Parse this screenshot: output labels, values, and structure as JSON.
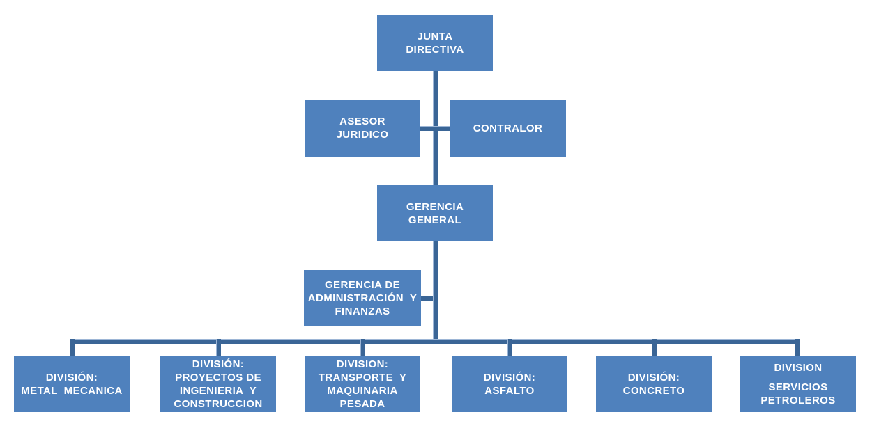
{
  "diagram": {
    "type": "organizational-chart",
    "language": "es",
    "colors": {
      "box_fill": "#4F81BD",
      "connector": "#3A6596",
      "connector_highlight": "#9DB6D6",
      "text": "#FFFFFF",
      "background": "#FFFFFF"
    },
    "nodes": {
      "junta_directiva": {
        "label": "JUNTA\nDIRECTIVA"
      },
      "asesor_juridico": {
        "label": "ASESOR\nJURIDICO"
      },
      "contralor": {
        "label": "CONTRALOR"
      },
      "gerencia_general": {
        "label": "GERENCIA\nGENERAL"
      },
      "gerencia_administracion_finanzas": {
        "label": "GERENCIA DE\nADMINISTRACIÓN  Y\nFINANZAS"
      },
      "division_metal_mecanica": {
        "label": "DIVISIÓN:\nMETAL  MECANICA"
      },
      "division_proyectos": {
        "label": "DIVISIÓN:\nPROYECTOS DE\nINGENIERIA  Y\nCONSTRUCCION"
      },
      "division_transporte": {
        "label": "DIVISION:\nTRANSPORTE  Y\nMAQUINARIA\nPESADA"
      },
      "division_asfalto": {
        "label": "DIVISIÓN:\nASFALTO"
      },
      "division_concreto": {
        "label": "DIVISIÓN:\nCONCRETO"
      },
      "division_servicios_petroleros": {
        "label_top": "DIVISION",
        "label_bottom": "SERVICIOS\nPETROLEROS"
      }
    },
    "connections": {
      "main_vertical_line": [
        "junta_directiva",
        "gerencia_general",
        "divisions_bar"
      ],
      "attached_to_main_line": [
        "asesor_juridico",
        "contralor",
        "gerencia_administracion_finanzas"
      ],
      "divisions_bar_children": [
        "division_metal_mecanica",
        "division_proyectos",
        "division_transporte",
        "division_asfalto",
        "division_concreto",
        "division_servicios_petroleros"
      ]
    }
  }
}
